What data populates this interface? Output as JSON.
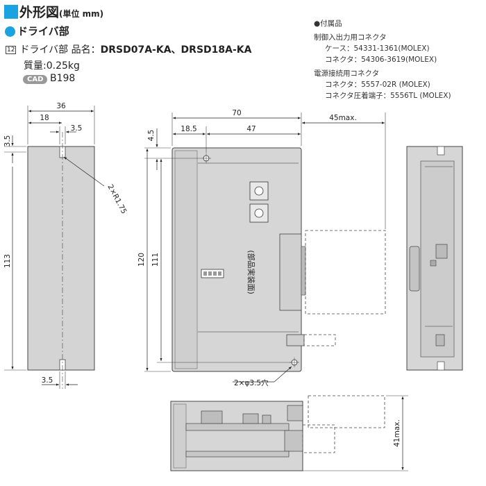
{
  "header": {
    "title": "外形図",
    "title_unit": "(単位 mm)",
    "subtitle": "ドライバ部",
    "item_number": "12",
    "item_prefix": "ドライバ部 品名：",
    "part_numbers": "DRSD07A-KA、DRSD18A-KA",
    "mass": "質量:0.25kg",
    "cad_badge": "CAD",
    "cad_code": "B198"
  },
  "accessories": {
    "heading": "●付属品",
    "control_title": "制御入出力用コネクタ",
    "case": "ケース：54331-1361(MOLEX)",
    "connector1": "コネクタ：54306-3619(MOLEX)",
    "power_title": "電源接続用コネクタ",
    "connector2": "コネクタ：5557-02R (MOLEX)",
    "terminal": "コネクタ圧着端子：5556TL (MOLEX)"
  },
  "dimensions": {
    "left_width": "36",
    "left_offset": "18",
    "left_slot_w": "3.5",
    "left_top": "3.5",
    "left_height": "113",
    "left_radius": "2×R1.75",
    "left_bottom": "3.5",
    "front_width": "70",
    "front_offset": "18.5",
    "front_inner": "47",
    "front_extra": "45max.",
    "front_top": "4.5",
    "front_height": "120",
    "front_inner_h": "111",
    "holes": "2×φ3.5穴",
    "component_side": "(部品実装面)",
    "bottom_height": "41max."
  }
}
